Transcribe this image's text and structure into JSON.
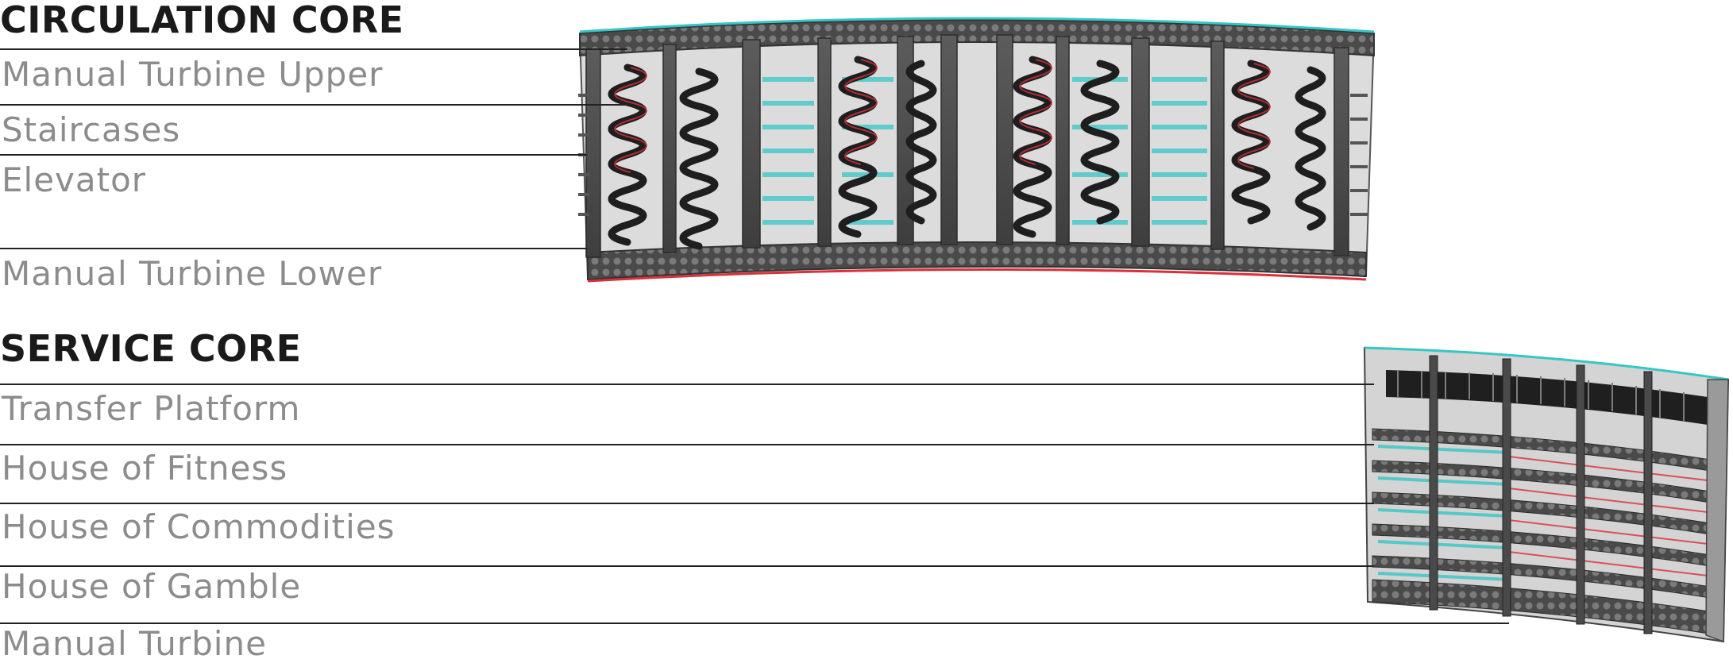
{
  "circulation_core": {
    "heading": "CIRCULATION CORE",
    "labels": [
      "Manual Turbine Upper",
      "Staircases",
      "Elevator",
      "Manual Turbine Lower"
    ]
  },
  "service_core": {
    "heading": "SERVICE CORE",
    "labels": [
      "Transfer Platform",
      "House of Fitness",
      "House of Commodities",
      "House of Gamble",
      "Manual Turbine"
    ]
  },
  "colors": {
    "heading": "#1a1a1a",
    "label": "#8c8c8c",
    "leader_line": "#222222",
    "structure_dark": "#3a3a3a",
    "structure_mid": "#6e6e6e",
    "accent_cyan": "#37c6c6",
    "accent_red": "#d9303a"
  }
}
